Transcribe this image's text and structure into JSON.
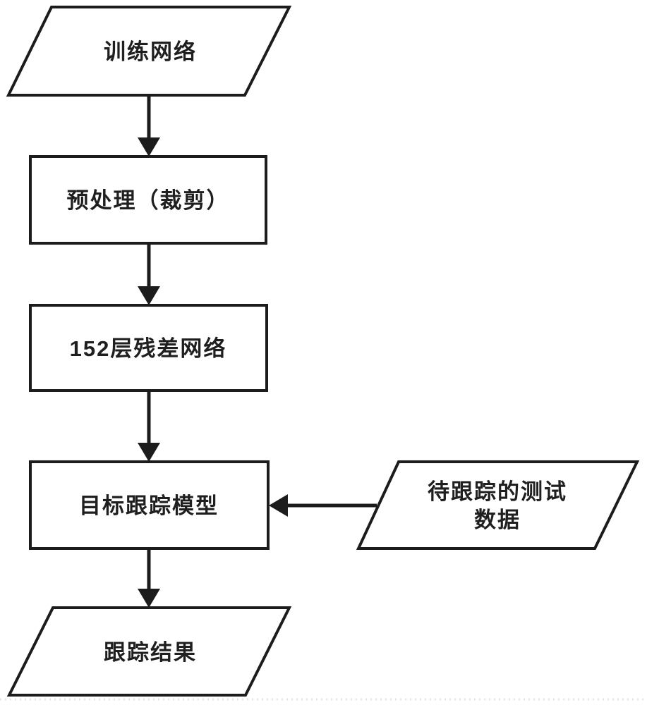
{
  "diagram": {
    "type": "flowchart",
    "background_color": "#ffffff",
    "line_color": "#1c1c1c",
    "node_fill_color": "#ffffff",
    "nodes": {
      "train_network": {
        "label": "训练网络",
        "shape": "parallelogram"
      },
      "preprocess": {
        "label": "预处理（裁剪）",
        "shape": "rectangle"
      },
      "resnet152": {
        "label": "152层残差网络",
        "shape": "rectangle"
      },
      "tracking_model": {
        "label": "目标跟踪模型",
        "shape": "rectangle"
      },
      "test_data": {
        "label": "待跟踪的测试数据",
        "label_line1": "待跟踪的测试",
        "label_line2": "数据",
        "shape": "parallelogram"
      },
      "tracking_result": {
        "label": "跟踪结果",
        "shape": "parallelogram"
      }
    },
    "edges": [
      {
        "from": "train_network",
        "to": "preprocess",
        "style": "arrow-down"
      },
      {
        "from": "preprocess",
        "to": "resnet152",
        "style": "arrow-down"
      },
      {
        "from": "resnet152",
        "to": "tracking_model",
        "style": "arrow-down"
      },
      {
        "from": "test_data",
        "to": "tracking_model",
        "style": "arrow-left"
      },
      {
        "from": "tracking_model",
        "to": "tracking_result",
        "style": "arrow-down"
      }
    ]
  }
}
